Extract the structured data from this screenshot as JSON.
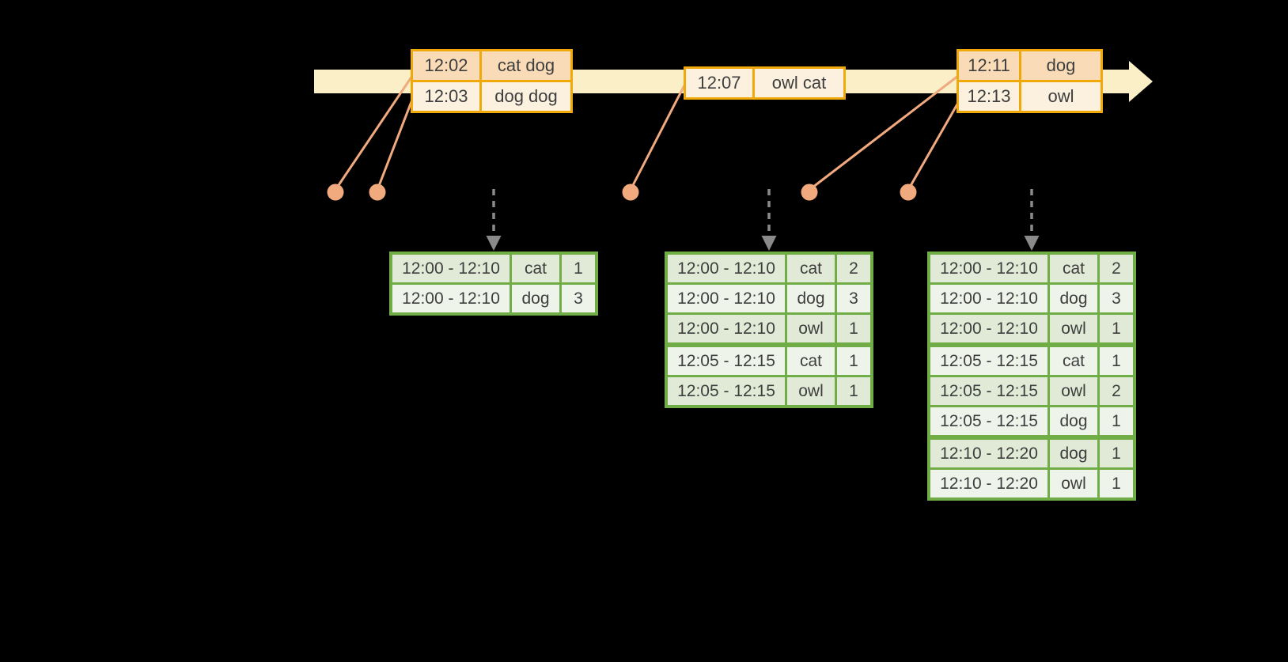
{
  "diagram_type": "streaming-windowed-word-count-timeline",
  "colors": {
    "background": "#000000",
    "timeline_band": "#FBEFC8",
    "event_table_border": "#EFA908",
    "event_row_dark": "#F9DCB7",
    "event_row_light": "#FCF1DE",
    "connector_line": "#F1A97E",
    "event_dot": "#F1A97E",
    "result_table_border": "#70AD47",
    "result_row_dark": "#E1EAD6",
    "result_row_light": "#EFF4EB",
    "trigger_arrow": "#8A8A8A",
    "text": "#3E3E3E"
  },
  "icons": {
    "timeline_arrowhead": "right-arrowhead",
    "trigger_arrow": "dashed-down-arrow",
    "event_dot": "filled-circle"
  },
  "event_tables": [
    {
      "rows": [
        {
          "time": "12:02",
          "words": "cat dog"
        },
        {
          "time": "12:03",
          "words": "dog dog"
        }
      ]
    },
    {
      "rows": [
        {
          "time": "12:07",
          "words": "owl cat"
        }
      ]
    },
    {
      "rows": [
        {
          "time": "12:11",
          "words": "dog"
        },
        {
          "time": "12:13",
          "words": "owl"
        }
      ]
    }
  ],
  "result_tables": [
    {
      "rows": [
        {
          "window": "12:00 - 12:10",
          "word": "cat",
          "count": "1"
        },
        {
          "window": "12:00 - 12:10",
          "word": "dog",
          "count": "3"
        }
      ]
    },
    {
      "rows": [
        {
          "window": "12:00 - 12:10",
          "word": "cat",
          "count": "2"
        },
        {
          "window": "12:00 - 12:10",
          "word": "dog",
          "count": "3"
        },
        {
          "window": "12:00 - 12:10",
          "word": "owl",
          "count": "1"
        },
        {
          "window": "12:05 - 12:15",
          "word": "cat",
          "count": "1"
        },
        {
          "window": "12:05 - 12:15",
          "word": "owl",
          "count": "1"
        }
      ]
    },
    {
      "rows": [
        {
          "window": "12:00 - 12:10",
          "word": "cat",
          "count": "2"
        },
        {
          "window": "12:00 - 12:10",
          "word": "dog",
          "count": "3"
        },
        {
          "window": "12:00 - 12:10",
          "word": "owl",
          "count": "1"
        },
        {
          "window": "12:05 - 12:15",
          "word": "cat",
          "count": "1"
        },
        {
          "window": "12:05 - 12:15",
          "word": "owl",
          "count": "2"
        },
        {
          "window": "12:05 - 12:15",
          "word": "dog",
          "count": "1"
        },
        {
          "window": "12:10 - 12:20",
          "word": "dog",
          "count": "1"
        },
        {
          "window": "12:10 - 12:20",
          "word": "owl",
          "count": "1"
        }
      ]
    }
  ]
}
